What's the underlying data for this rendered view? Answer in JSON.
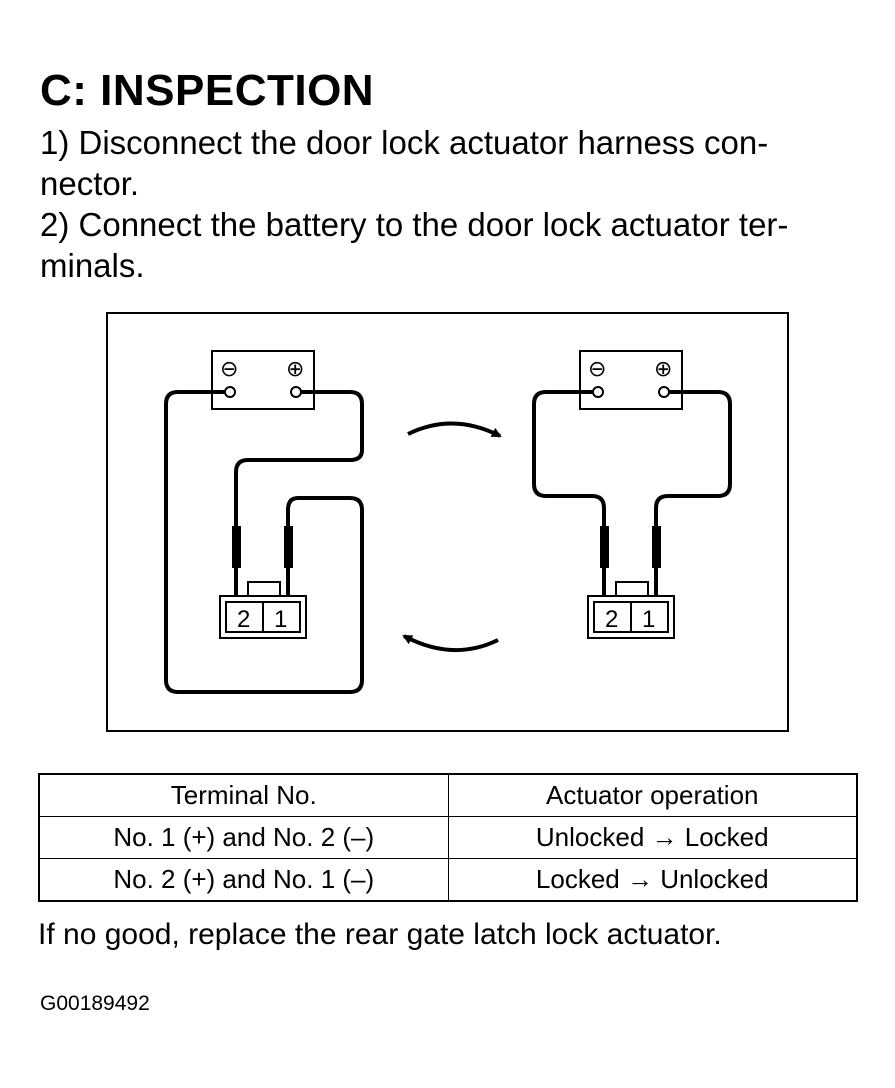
{
  "heading": "C:  INSPECTION",
  "steps": [
    "1) Disconnect the door lock actuator harness con-nector.",
    "2) Connect the battery to the door lock actuator ter-minals."
  ],
  "step_lines": [
    [
      "1) Disconnect the door lock actuator harness con-",
      "nector."
    ],
    [
      "2) Connect the battery to the door lock actuator ter-",
      "minals."
    ]
  ],
  "diagram": {
    "battery_minus": "⊖",
    "battery_plus": "⊕",
    "terminal_2": "2",
    "terminal_1": "1",
    "arrow_top": "right",
    "arrow_bottom": "left"
  },
  "table": {
    "headers": [
      "Terminal No.",
      "Actuator operation"
    ],
    "rows": [
      [
        "No. 1 (+) and No. 2 (–)",
        "Unlocked → Locked"
      ],
      [
        "No. 2 (+) and No. 1 (–)",
        "Locked → Unlocked"
      ]
    ]
  },
  "note": "If no good, replace the rear gate latch lock actuator.",
  "figure_code": "G00189492"
}
